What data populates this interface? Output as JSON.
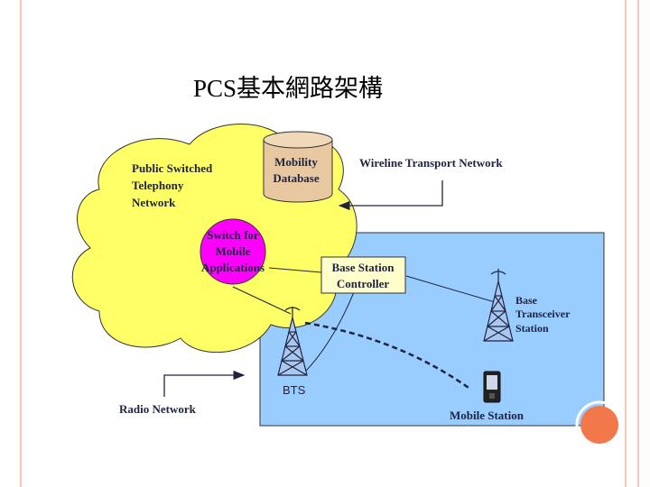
{
  "slide": {
    "title": "PCS基本網路架構",
    "accent_color": "#f2784b",
    "frame_color": "#f4c6b4"
  },
  "diagram": {
    "pstn_label": [
      "Public Switched",
      "Telephony",
      "Network"
    ],
    "mobility_db_label": [
      "Mobility",
      "Database"
    ],
    "wireline_label": "Wireline Transport Network",
    "switch_label": [
      "Switch for",
      "Mobile",
      "Applications"
    ],
    "bsc_label": [
      "Base Station",
      "Controller"
    ],
    "bts_side_label": [
      "Base",
      "Transceiver",
      "Station"
    ],
    "bts_label": "BTS",
    "radio_label": "Radio Network",
    "mobile_label": "Mobile Station",
    "colors": {
      "cloud": "#ffff66",
      "switch": "#ff00ff",
      "radio_area": "#99ccff",
      "bsc_box": "#ffffcc",
      "database": "#e8c8a0"
    }
  }
}
